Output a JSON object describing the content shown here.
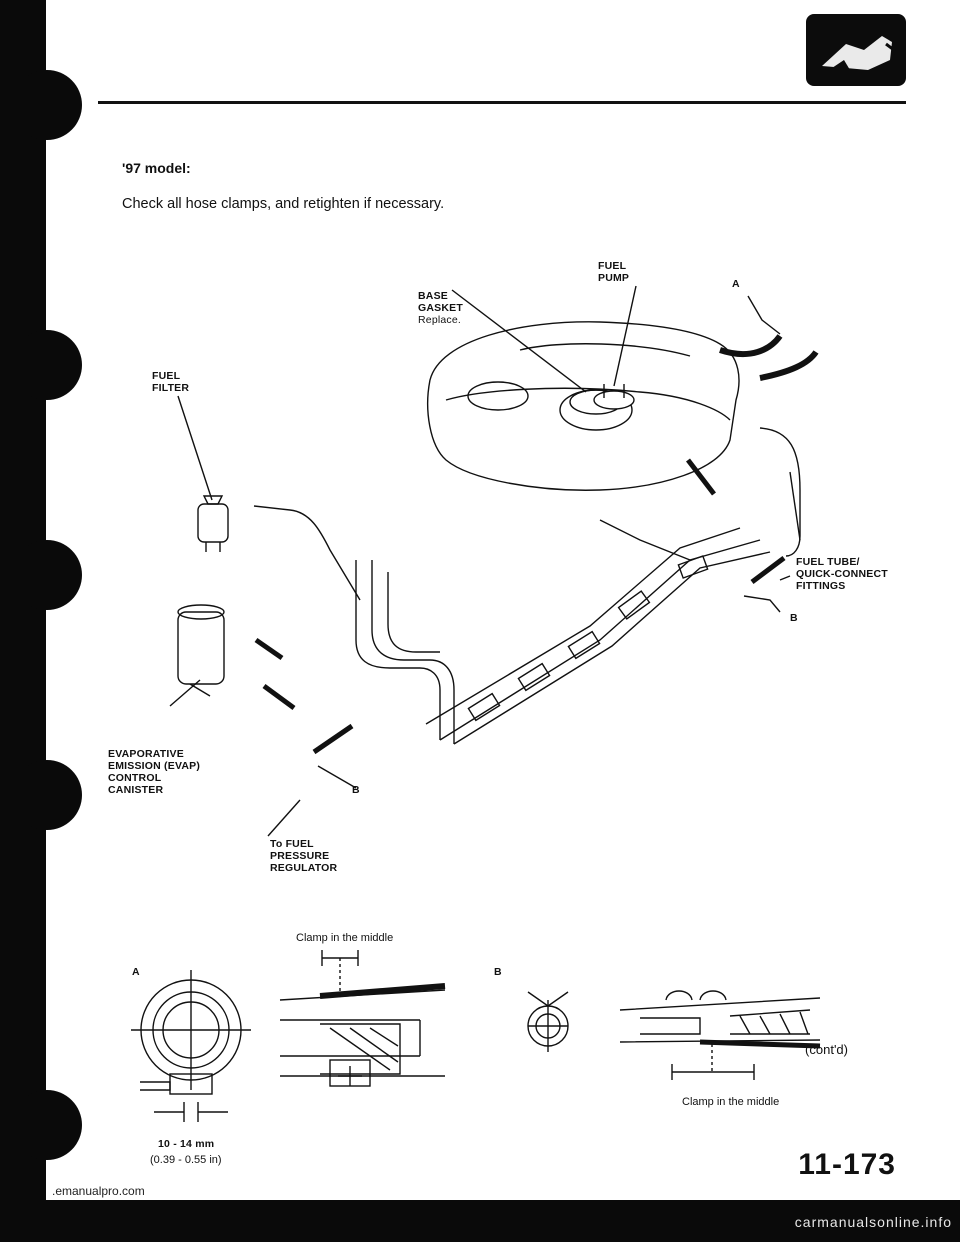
{
  "heading": "'97 model:",
  "instruction": "Check all hose clamps, and retighten if necessary.",
  "labels": {
    "fuel_pump": [
      "FUEL",
      "PUMP"
    ],
    "base_gasket": [
      "BASE",
      "GASKET"
    ],
    "base_gasket_note": "Replace.",
    "fuel_filter": [
      "FUEL",
      "FILTER"
    ],
    "fuel_tube": [
      "FUEL TUBE/",
      "QUICK-CONNECT",
      "FITTINGS"
    ],
    "evap_canister": [
      "EVAPORATIVE",
      "EMISSION (EVAP)",
      "CONTROL",
      "CANISTER"
    ],
    "pressure_regulator": [
      "To FUEL",
      "PRESSURE",
      "REGULATOR"
    ],
    "callout_a": "A",
    "callout_b": "B"
  },
  "detail_a": {
    "letter": "A",
    "caption": "Clamp in the middle",
    "dimension": "10 - 14 mm",
    "dimension_in": "(0.39 - 0.55 in)"
  },
  "detail_b": {
    "letter": "B",
    "caption": "Clamp in the middle"
  },
  "footer": {
    "cont": "(cont'd)",
    "page_number": "11-173",
    "watermark": ".emanualpro.com",
    "band_text": "carmanualsonline.info"
  }
}
